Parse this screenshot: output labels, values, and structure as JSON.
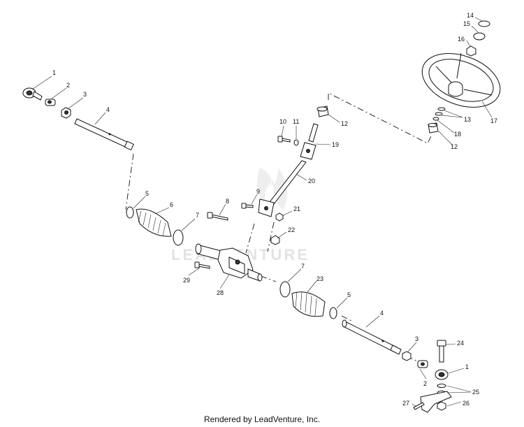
{
  "watermark": "LEADVENTURE",
  "footer": "Rendered by LeadVenture, Inc.",
  "callouts": {
    "c1a": "1",
    "c2a": "2",
    "c3a": "3",
    "c4a": "4",
    "c5a": "5",
    "c6": "6",
    "c7a": "7",
    "c8": "8",
    "c9": "9",
    "c10": "10",
    "c11": "11",
    "c12a": "12",
    "c12b": "12",
    "c13": "13",
    "c14": "14",
    "c15": "15",
    "c16": "16",
    "c17": "17",
    "c18": "18",
    "c19": "19",
    "c20": "20",
    "c21": "21",
    "c22": "22",
    "c7b": "7",
    "c23": "23",
    "c5b": "5",
    "c4b": "4",
    "c3b": "3",
    "c24": "24",
    "c1b": "1",
    "c2b": "2",
    "c25": "25",
    "c26": "26",
    "c27": "27",
    "c28": "28",
    "c29": "29"
  }
}
